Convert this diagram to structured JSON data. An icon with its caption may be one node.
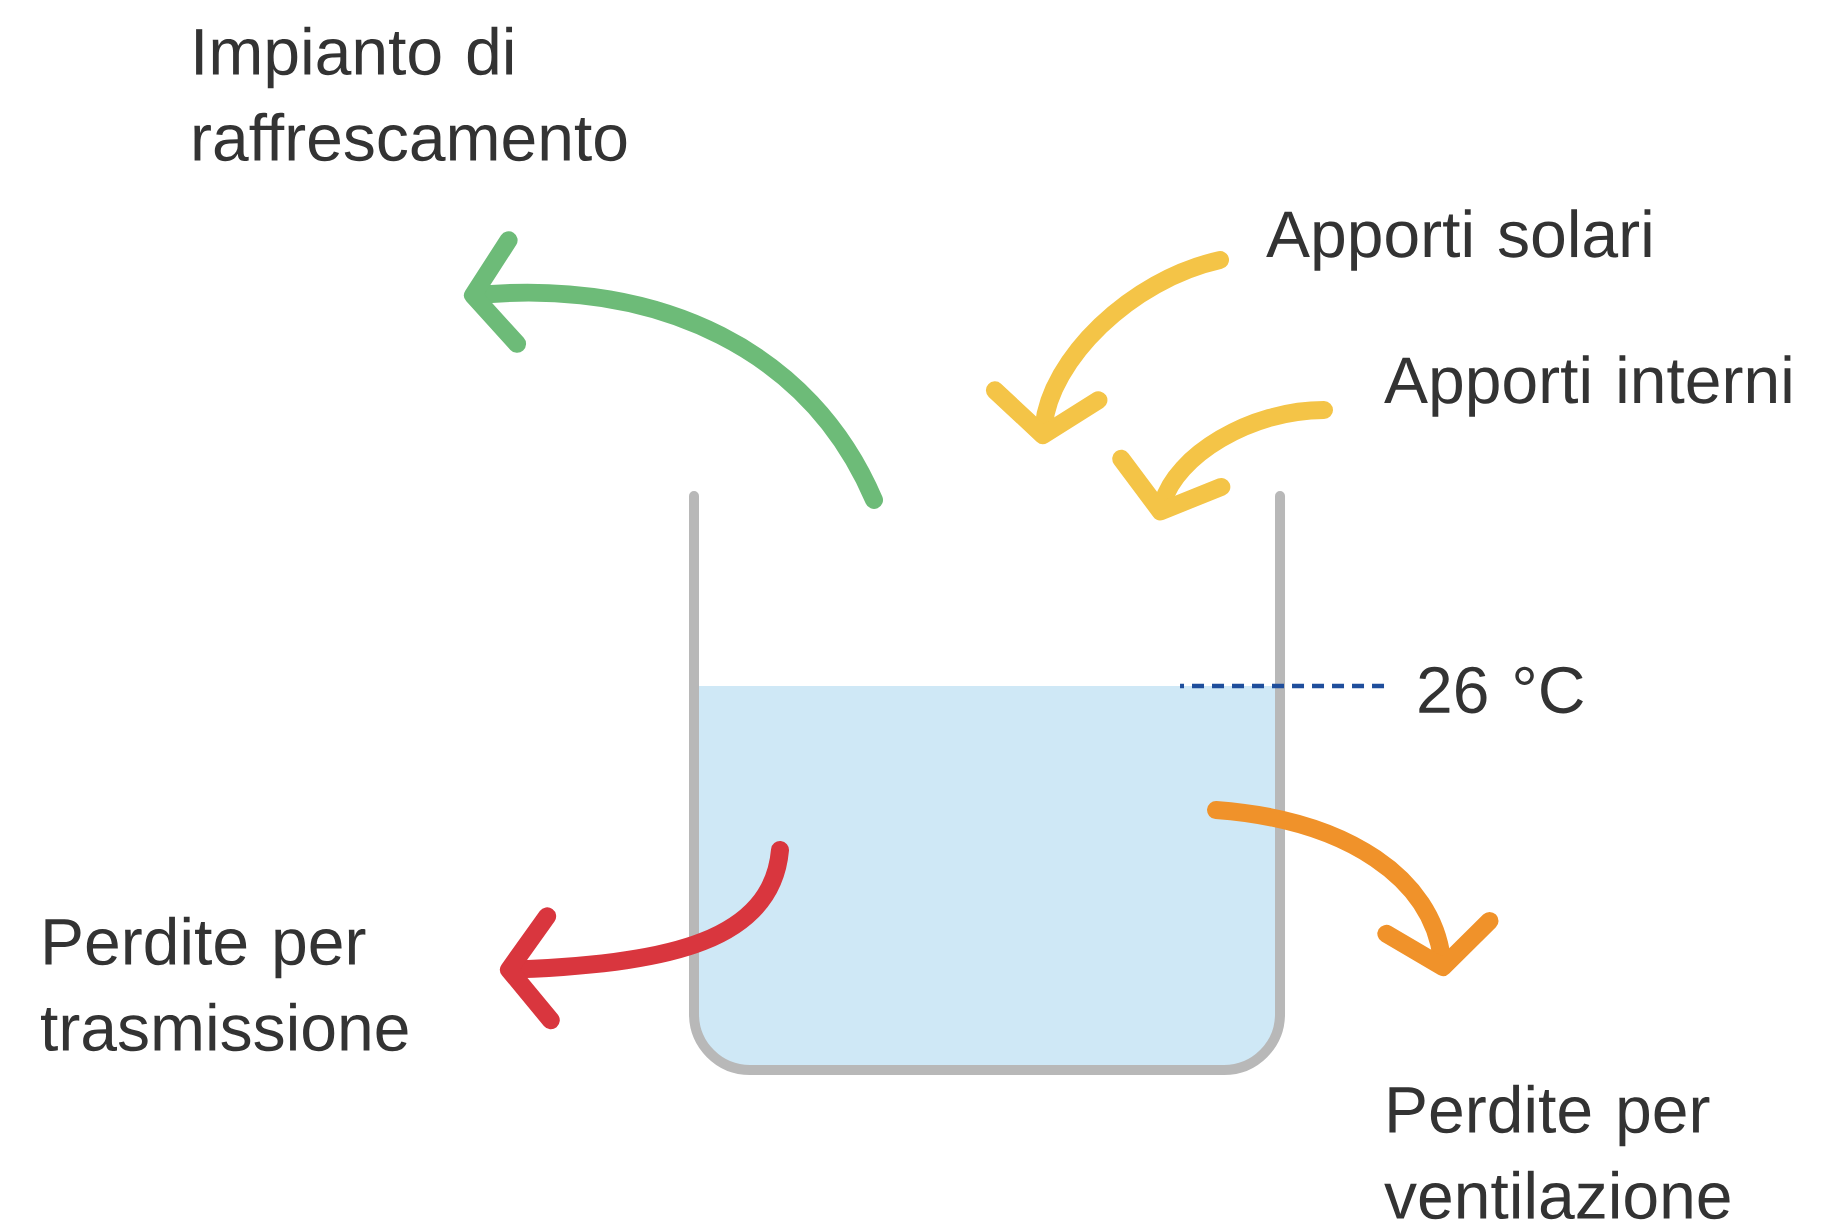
{
  "diagram": {
    "nodes": [
      {
        "text": [
          "Impianto di raffrescamento"
        ]
      },
      {
        "text": [
          "Apporti solari"
        ]
      },
      {
        "text": [
          "Apporti interni"
        ]
      },
      {
        "text": [
          "26 °C"
        ]
      },
      {
        "text": [
          "Perdite per trasmissione"
        ]
      },
      {
        "text": [
          "Perdite per ventilazione"
        ]
      },
      {
        "text": [],
        "shape": "box"
      }
    ],
    "edges": [
      {
        "from": 6,
        "to": 0,
        "arrow": "to",
        "color": "#6dbb78"
      },
      {
        "from": 1,
        "to": 6,
        "arrow": "to",
        "color": "#f4c447"
      },
      {
        "from": 2,
        "to": 6,
        "arrow": "to",
        "color": "#f4c447"
      },
      {
        "from": 3,
        "to": 6,
        "arrow": "none",
        "style": "dashed",
        "color": "#1f4e9c"
      },
      {
        "from": 6,
        "to": 4,
        "arrow": "to",
        "color": "#d9363e"
      },
      {
        "from": 6,
        "to": 5,
        "arrow": "to",
        "color": "#f0922a"
      }
    ]
  }
}
